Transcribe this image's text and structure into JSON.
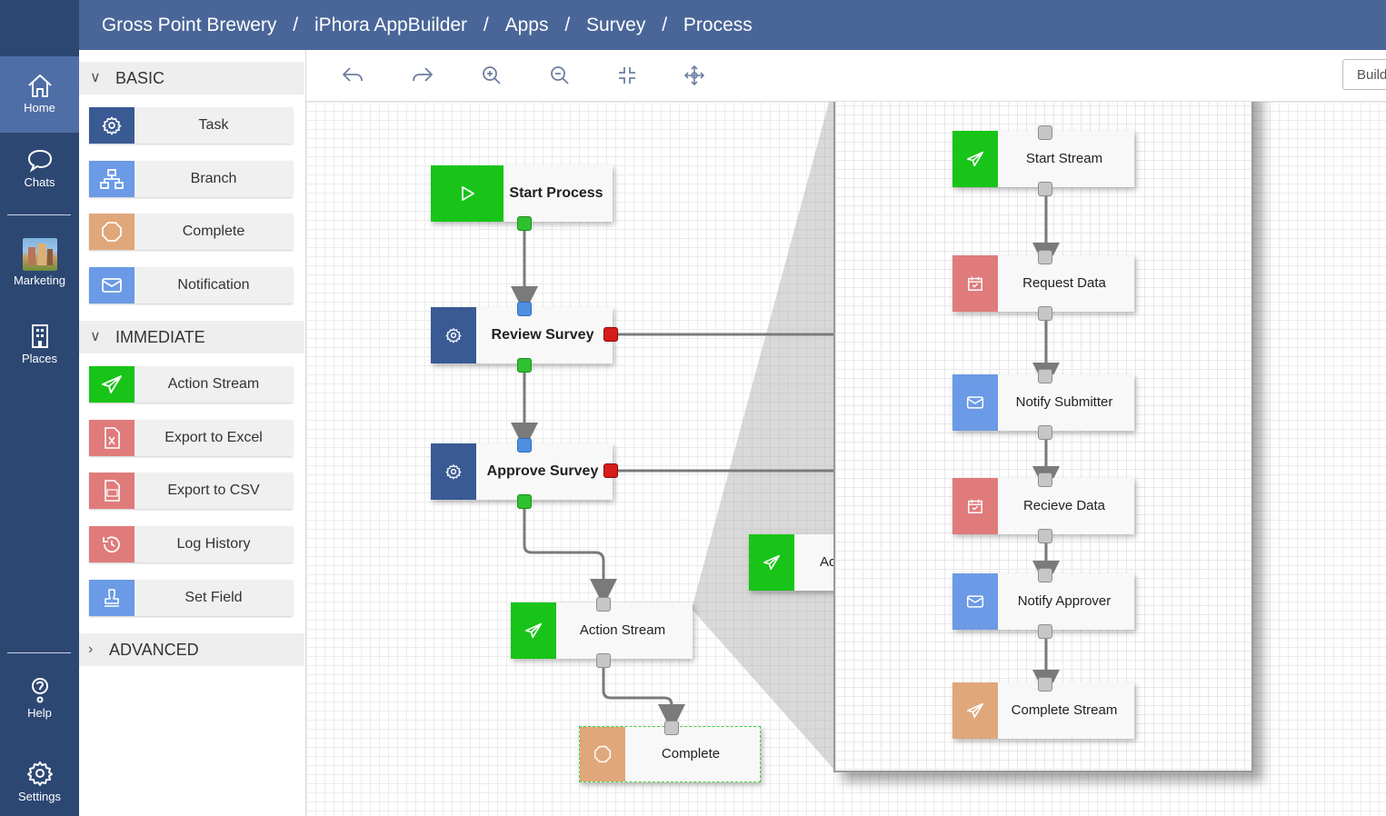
{
  "header": {
    "breadcrumb": [
      "Gross Point Brewery",
      "iPhora AppBuilder",
      "Apps",
      "Survey",
      "Process"
    ],
    "separator": "/"
  },
  "nav": {
    "items": [
      {
        "label": "Home",
        "icon": "home-icon",
        "active": true
      },
      {
        "label": "Chats",
        "icon": "chat-icon"
      },
      {
        "label": "Marketing",
        "icon": "marketing-thumbnail"
      },
      {
        "label": "Places",
        "icon": "building-icon"
      }
    ],
    "bottom": [
      {
        "label": "Help",
        "icon": "help-icon"
      },
      {
        "label": "Settings",
        "icon": "gear-icon"
      }
    ]
  },
  "palette": {
    "sections": [
      {
        "title": "BASIC",
        "expanded": true,
        "items": [
          {
            "label": "Task",
            "icon": "gear-icon",
            "color": "#3a5a94"
          },
          {
            "label": "Branch",
            "icon": "sitemap-icon",
            "color": "#6b9ae6"
          },
          {
            "label": "Complete",
            "icon": "octagon-icon",
            "color": "#e0a77a"
          },
          {
            "label": "Notification",
            "icon": "envelope-icon",
            "color": "#6b9ae6"
          }
        ]
      },
      {
        "title": "IMMEDIATE",
        "expanded": true,
        "items": [
          {
            "label": "Action Stream",
            "icon": "paper-plane-icon",
            "color": "#18c418"
          },
          {
            "label": "Export to Excel",
            "icon": "excel-file-icon",
            "color": "#e07b7b"
          },
          {
            "label": "Export to CSV",
            "icon": "csv-file-icon",
            "color": "#e07b7b"
          },
          {
            "label": "Log History",
            "icon": "history-icon",
            "color": "#e07b7b"
          },
          {
            "label": "Set Field",
            "icon": "stamp-icon",
            "color": "#6b9ae6"
          }
        ]
      },
      {
        "title": "ADVANCED",
        "expanded": false,
        "items": []
      }
    ]
  },
  "toolbar": {
    "tools": [
      "undo-icon",
      "redo-icon",
      "zoom-in-icon",
      "zoom-out-icon",
      "fit-icon",
      "pan-icon"
    ],
    "build_label": "Build"
  },
  "canvas": {
    "nodes": {
      "start": "Start Process",
      "review": "Review Survey",
      "approve": "Approve Survey",
      "action_stream": "Action Stream",
      "complete": "Complete",
      "partial_action": "Ac"
    }
  },
  "zoom_panel": {
    "nodes": [
      "Start Stream",
      "Request Data",
      "Notify Submitter",
      "Recieve Data",
      "Notify Approver",
      "Complete Stream"
    ]
  },
  "colors": {
    "nav_bg": "#2d4773",
    "header_bg": "#4a6699",
    "green": "#18c418",
    "navy": "#3a5a94",
    "blue": "#6b9ae6",
    "pink": "#e07b7b",
    "orange": "#e0a77a"
  }
}
